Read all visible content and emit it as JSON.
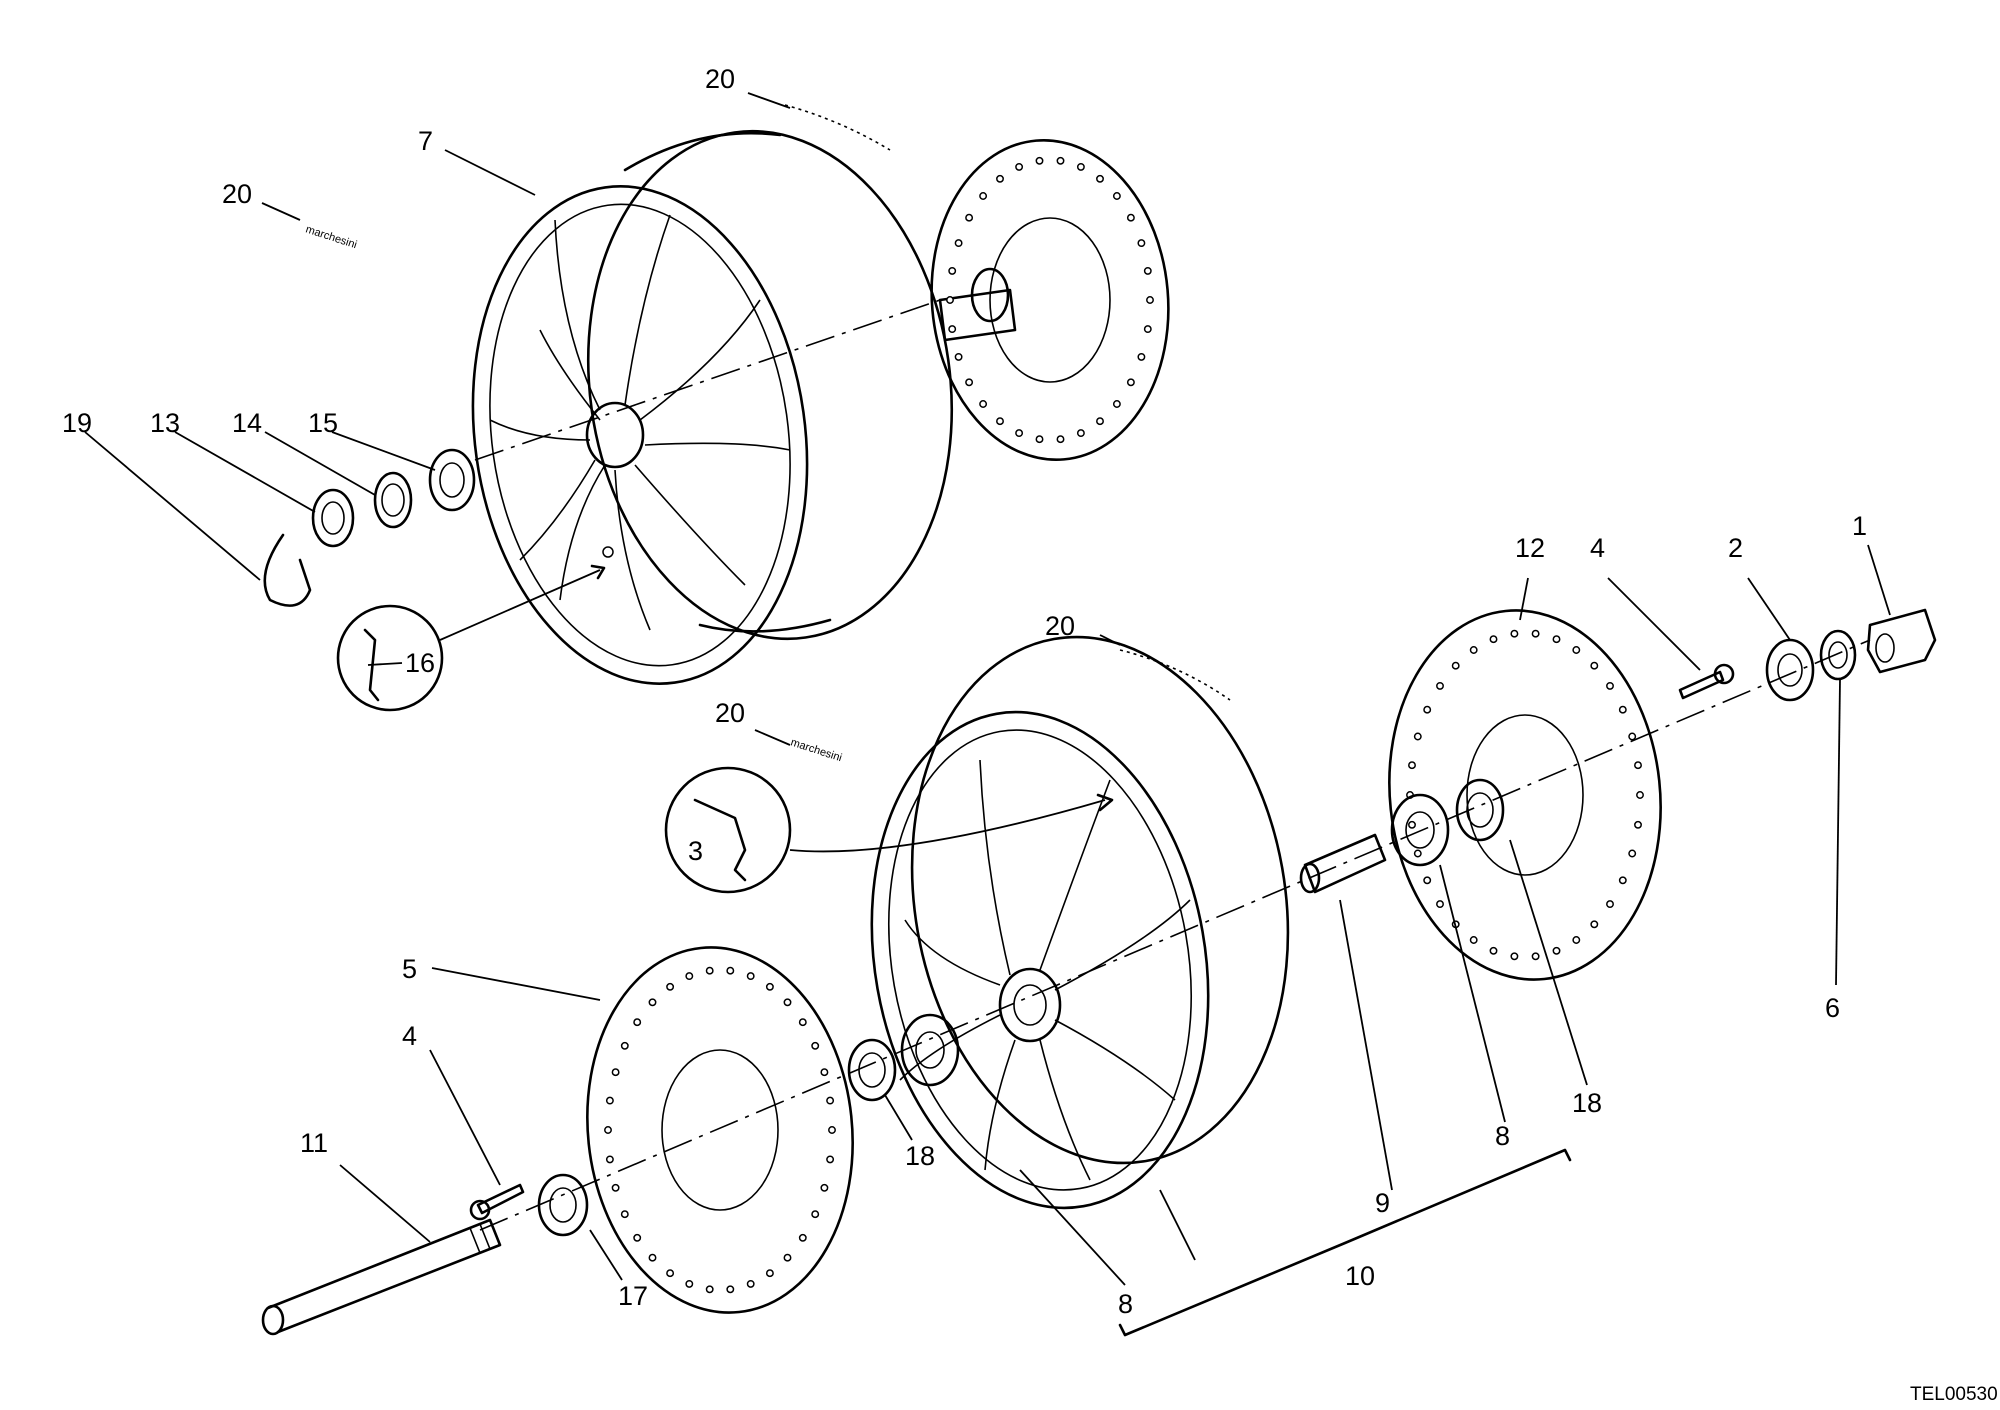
{
  "drawing_code": "TEL00530",
  "decal_text": "marchesini",
  "labels": {
    "top": {
      "n7": "7",
      "n20a": "20",
      "n20b": "20",
      "n19": "19",
      "n13": "13",
      "n14": "14",
      "n15": "15",
      "n16": "16"
    },
    "bottom": {
      "n20c": "20",
      "n20d": "20",
      "n3": "3",
      "n5": "5",
      "n4a": "4",
      "n11": "11",
      "n17": "17",
      "n18a": "18",
      "n8a": "8",
      "n10": "10",
      "n9": "9",
      "n8b": "8",
      "n18b": "18",
      "n12": "12",
      "n4b": "4",
      "n2": "2",
      "n1": "1",
      "n6": "6"
    }
  }
}
